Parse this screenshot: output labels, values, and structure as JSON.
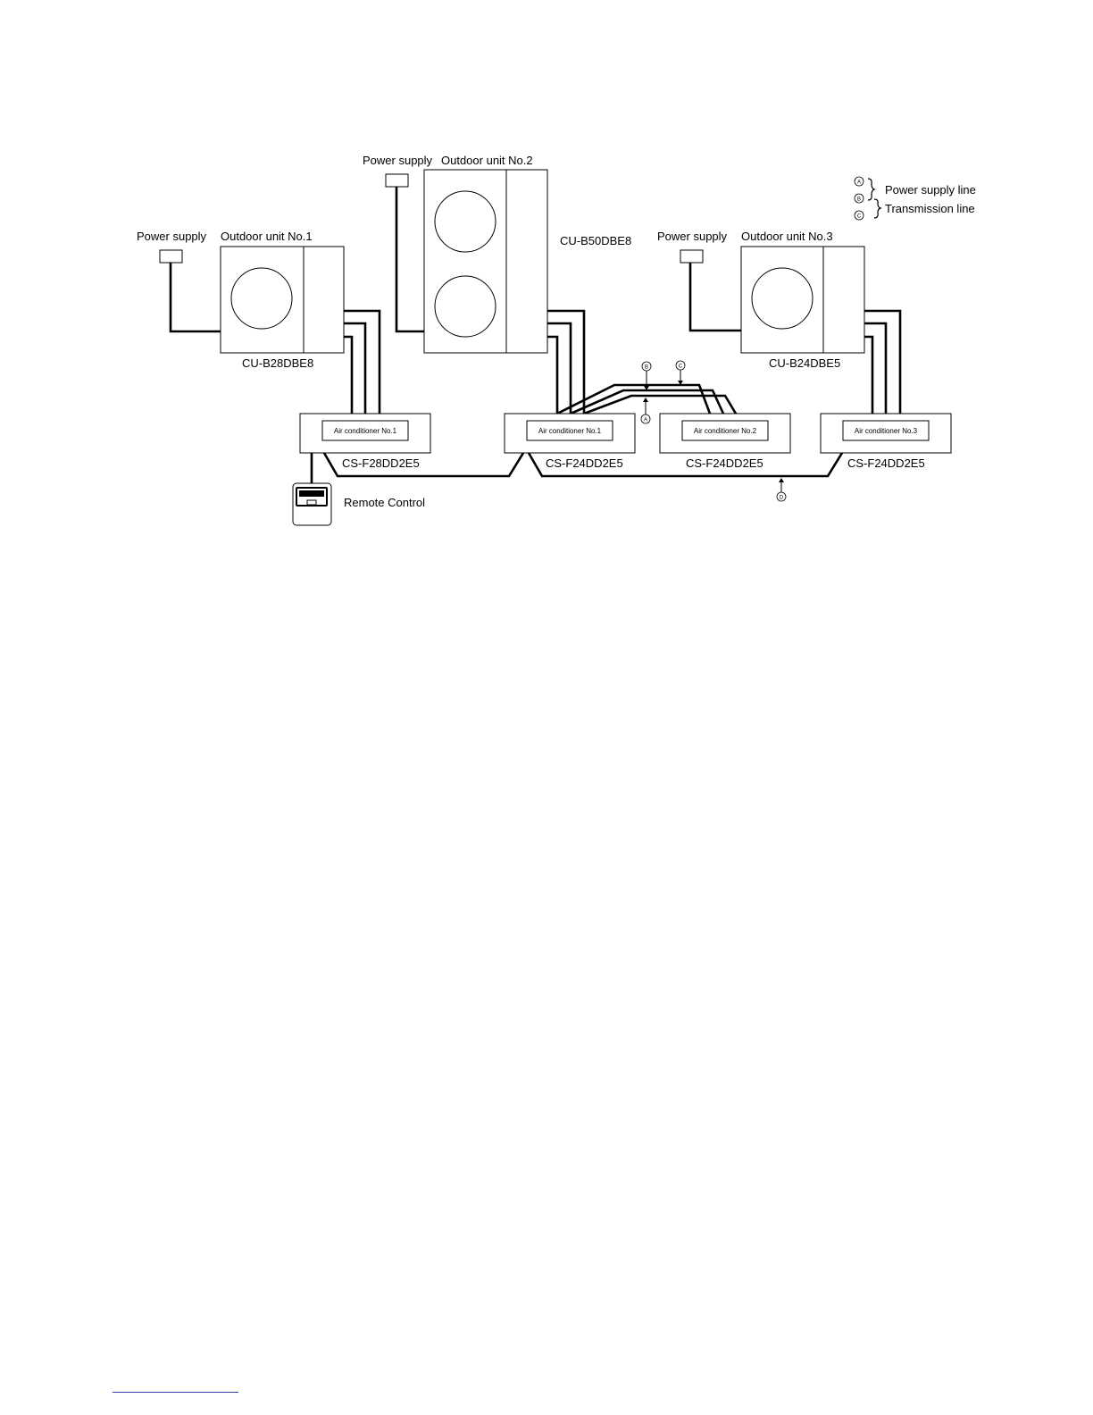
{
  "legend": {
    "markers": [
      "A",
      "B",
      "C"
    ],
    "power_supply_line": "Power supply line",
    "transmission_line": "Transmission line"
  },
  "outdoor_units": [
    {
      "power_label": "Power supply",
      "unit_label": "Outdoor unit No.1",
      "model": "CU-B28DBE8"
    },
    {
      "power_label": "Power supply",
      "unit_label": "Outdoor unit No.2",
      "model": "CU-B50DBE8"
    },
    {
      "power_label": "Power supply",
      "unit_label": "Outdoor unit No.3",
      "model": "CU-B24DBE5"
    }
  ],
  "indoor_units": [
    {
      "label": "Air conditioner No.1",
      "model": "CS-F28DD2E5"
    },
    {
      "label": "Air conditioner No.1",
      "model": "CS-F24DD2E5"
    },
    {
      "label": "Air conditioner No.2",
      "model": "CS-F24DD2E5"
    },
    {
      "label": "Air conditioner No.3",
      "model": "CS-F24DD2E5"
    }
  ],
  "remote_control": {
    "label": "Remote Control"
  },
  "wire_markers": {
    "b": "B",
    "c": "C",
    "a": "A",
    "d": "D"
  }
}
